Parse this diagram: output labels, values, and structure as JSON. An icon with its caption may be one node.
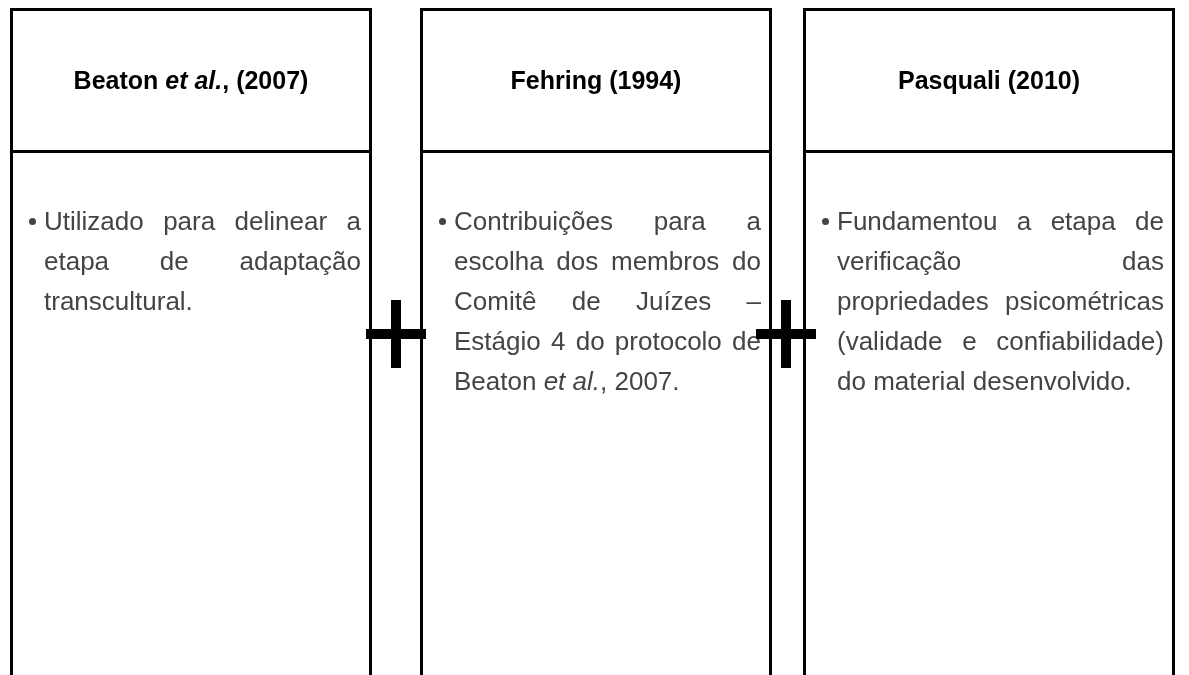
{
  "diagram": {
    "nodes": [
      {
        "text": [
          "Beaton *et al.*, (2007)"
        ]
      },
      {
        "text": [
          "Utilizado para delinear a etapa de adaptação transcultural."
        ]
      },
      {
        "text": [
          "Fehring (1994)"
        ]
      },
      {
        "text": [
          "Contribuições para a escolha dos membros do Comitê de Juízes – Estágio 4 do protocolo de Beaton *et al.*, 2007."
        ]
      },
      {
        "text": [
          "Pasquali (2010)"
        ]
      },
      {
        "text": [
          "Fundamentou a etapa de verificação das propriedades psicométricas (validade e confiabilidade) do material desenvolvido."
        ]
      }
    ]
  }
}
